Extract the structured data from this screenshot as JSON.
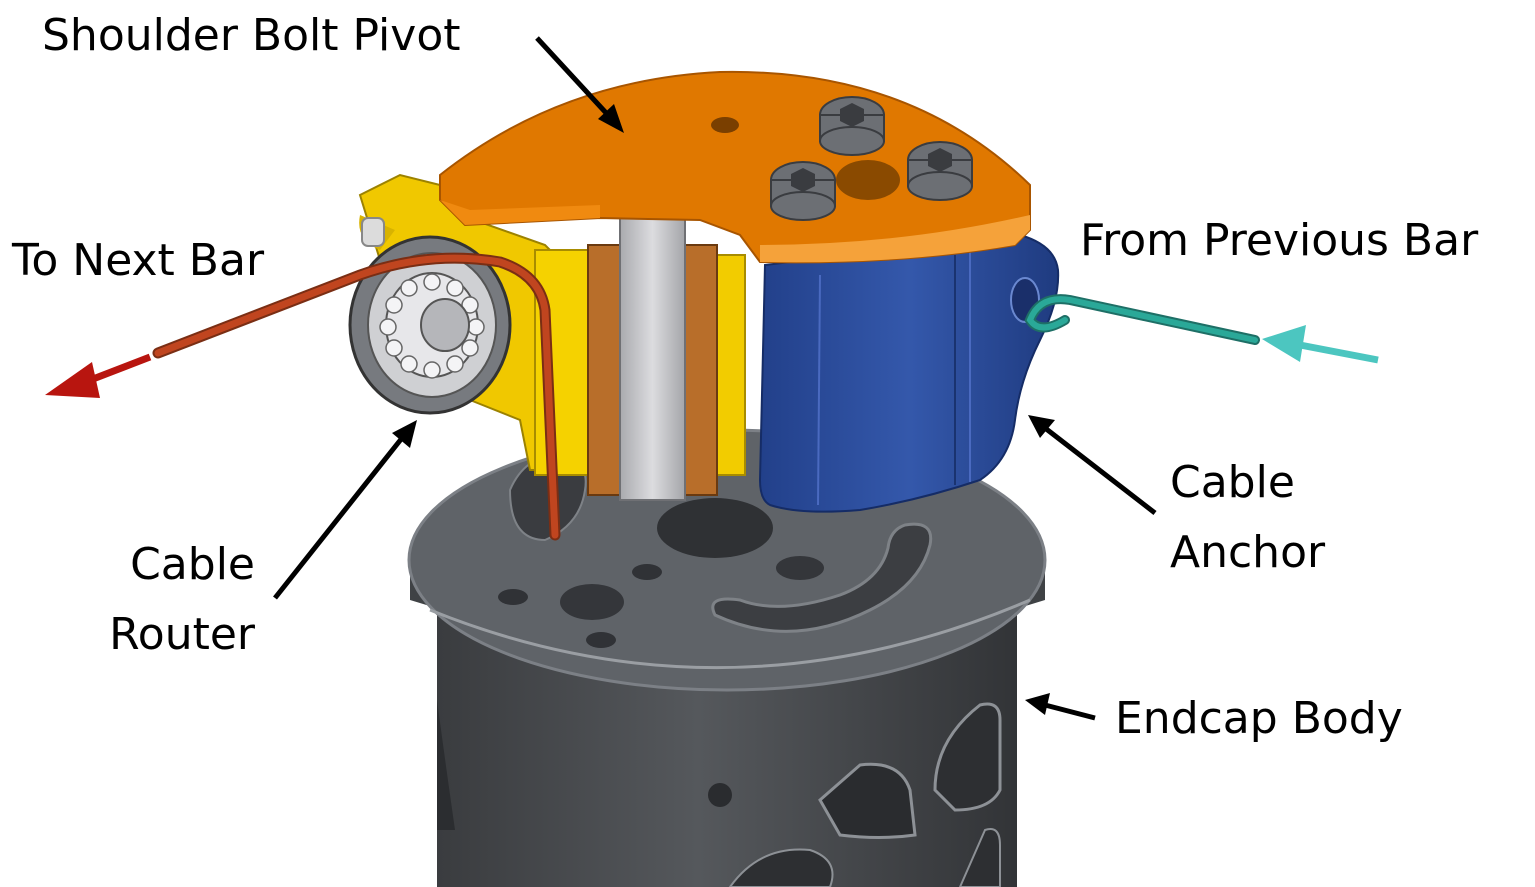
{
  "labels": {
    "shoulder_bolt_pivot": "Shoulder Bolt Pivot",
    "to_next_bar": "To Next Bar",
    "from_previous_bar": "From Previous Bar",
    "cable_router_line1": "Cable",
    "cable_router_line2": "Router",
    "cable_anchor_line1": "Cable",
    "cable_anchor_line2": "Anchor",
    "endcap_body": "Endcap Body"
  },
  "colors": {
    "pivot_plate": "#e07800",
    "cable_router": "#f0c800",
    "cable_anchor": "#2a4a9a",
    "endcap_body": "#4e5155",
    "shoulder_bolt": "#c8c8cc",
    "bushing": "#b86e2a",
    "outgoing_cable": "#c0451f",
    "incoming_cable": "#2aa898",
    "to_next_bar_arrow": "#b8150f",
    "from_previous_bar_arrow": "#4cc6c0",
    "leader_arrow": "#000000"
  }
}
